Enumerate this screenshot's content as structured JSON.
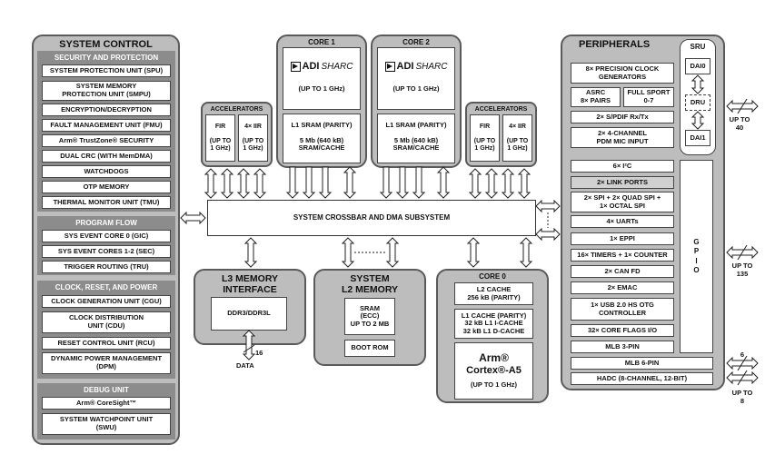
{
  "system_control": {
    "title": "SYSTEM CONTROL",
    "security": {
      "header": "SECURITY AND PROTECTION",
      "items": [
        "SYSTEM PROTECTION UNIT (SPU)",
        "SYSTEM MEMORY\nPROTECTION UNIT (SMPU)",
        "ENCRYPTION/DECRYPTION",
        "FAULT MANAGEMENT UNIT (FMU)",
        "Arm® TrustZone® SECURITY",
        "DUAL CRC (WITH MemDMA)",
        "WATCHDOGS",
        "OTP MEMORY",
        "THERMAL MONITOR UNIT (TMU)"
      ]
    },
    "program_flow": {
      "header": "PROGRAM FLOW",
      "items": [
        "SYS EVENT CORE 0 (GIC)",
        "SYS EVENT CORES 1-2 (SEC)",
        "TRIGGER ROUTING (TRU)"
      ]
    },
    "clock": {
      "header": "CLOCK, RESET, AND POWER",
      "items": [
        "CLOCK GENERATION UNIT (CGU)",
        "CLOCK DISTRIBUTION\nUNIT (CDU)",
        "RESET CONTROL UNIT (RCU)",
        "DYNAMIC POWER MANAGEMENT\n(DPM)"
      ]
    },
    "debug": {
      "header": "DEBUG UNIT",
      "items": [
        "Arm® CoreSight™",
        "SYSTEM WATCHPOINT UNIT\n(SWU)"
      ]
    }
  },
  "core1": {
    "title": "CORE 1",
    "logo_mark": "ADI",
    "logo_text": "SHARC",
    "speed": "(UP TO 1 GHz)",
    "sram": "L1 SRAM (PARITY)",
    "sram_detail": "5 Mb (640 kB)\nSRAM/CACHE"
  },
  "core2": {
    "title": "CORE 2",
    "logo_mark": "ADI",
    "logo_text": "SHARC",
    "speed": "(UP TO 1 GHz)",
    "sram": "L1 SRAM (PARITY)",
    "sram_detail": "5 Mb (640 kB)\nSRAM/CACHE"
  },
  "accel_left": {
    "title": "ACCELERATORS",
    "fir": "FIR\n\n(UP TO\n1 GHz)",
    "iir": "4× IIR\n\n(UP TO\n1 GHz)"
  },
  "accel_right": {
    "title": "ACCELERATORS",
    "fir": "FIR\n\n(UP TO\n1 GHz)",
    "iir": "4× IIR\n\n(UP TO\n1 GHz)"
  },
  "crossbar": "SYSTEM CROSSBAR AND DMA SUBSYSTEM",
  "l3": {
    "title": "L3 MEMORY\nINTERFACE",
    "item": "DDR3/DDR3L",
    "bus_width": "16",
    "bus_label": "DATA"
  },
  "l2": {
    "title": "SYSTEM\nL2 MEMORY",
    "sram": "SRAM\n(ECC)\nUP TO 2 MB",
    "rom": "BOOT ROM"
  },
  "core0": {
    "title": "CORE 0",
    "l2cache": "L2 CACHE\n256 kB (PARITY)",
    "l1cache": "L1 CACHE (PARITY)\n32 kB L1 I-CACHE\n32 kB L1 D-CACHE",
    "arm": "Arm®",
    "cortex": "Cortex®-A5",
    "speed": "(UP TO 1 GHz)"
  },
  "peripherals": {
    "title": "PERIPHERALS",
    "precision_clock": "8× PRECISION CLOCK\nGENERATORS",
    "asrc": "ASRC\n8× PAIRS",
    "full_sport": "FULL SPORT\n0-7",
    "spdif": "2× S/PDIF Rx/Tx",
    "pdm": "2× 4-CHANNEL\nPDM MIC INPUT",
    "list": [
      "6× I²C",
      "2× LINK PORTS",
      "2× SPI + 2× QUAD SPI +\n1× OCTAL SPI",
      "4× UARTs",
      "1× EPPI",
      "16× TIMERS + 1× COUNTER",
      "2× CAN FD",
      "2× EMAC",
      "1× USB 2.0 HS OTG\nCONTROLLER",
      "32× CORE FLAGS I/O",
      "MLB 3-PIN"
    ],
    "gpio": "G\nP\nI\nO",
    "mlb6": "MLB 6-PIN",
    "hadc": "HADC (8-CHANNEL, 12-BIT)"
  },
  "sru": {
    "title": "SRU",
    "dai0": "DAI0",
    "dru": "DRU",
    "dai1": "DAI1"
  },
  "external": {
    "upto40": "UP TO\n40",
    "upto135": "UP TO\n135",
    "six": "6",
    "upto8": "UP TO\n8"
  }
}
